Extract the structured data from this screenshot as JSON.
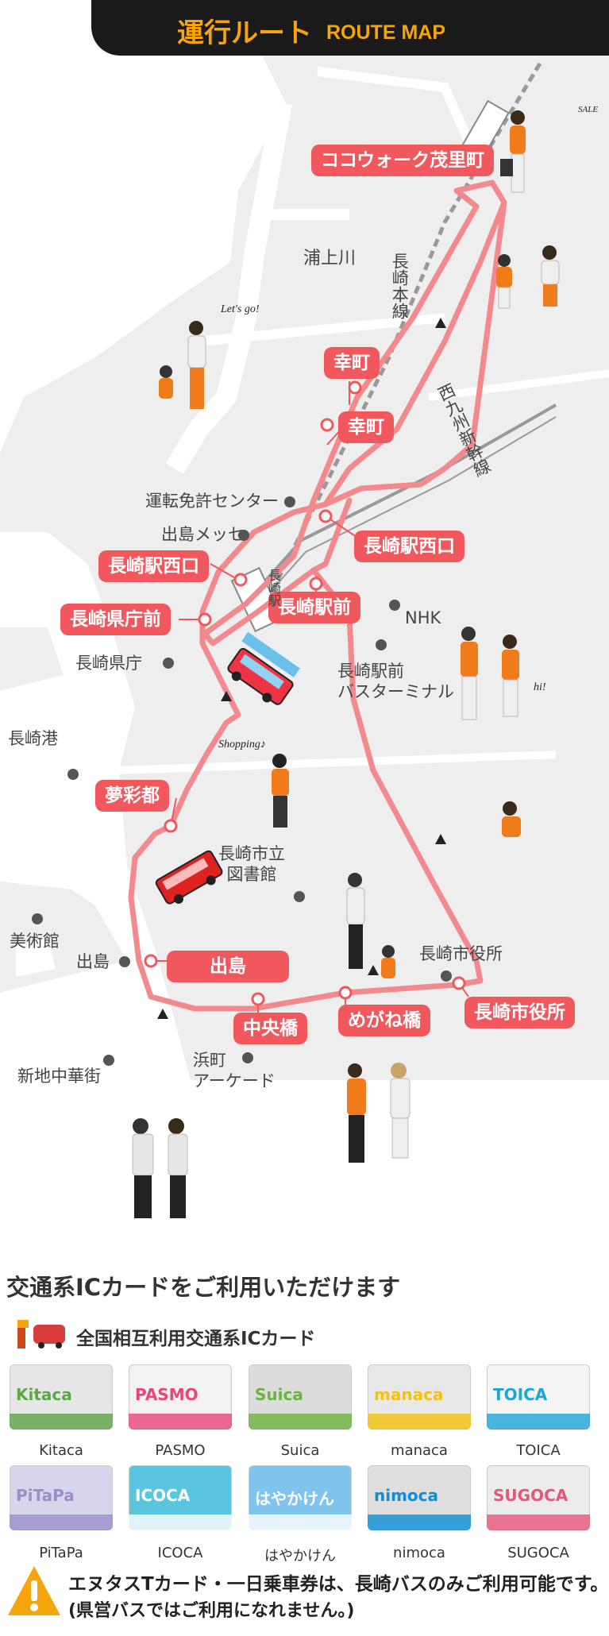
{
  "header": {
    "title_jp": "運行ルート",
    "title_en": "ROUTE MAP"
  },
  "colors": {
    "route": "#f28a8d",
    "stop_bg": "#f0585d",
    "accent": "#f5a50a",
    "land": "#eeeeee",
    "sea": "#ffffff",
    "orange": "#f07b1b"
  },
  "map": {
    "stops": [
      {
        "name": "ココウォーク茂里町"
      },
      {
        "name": "幸町"
      },
      {
        "name": "幸町"
      },
      {
        "name": "長崎駅西口"
      },
      {
        "name": "長崎駅西口"
      },
      {
        "name": "長崎駅前"
      },
      {
        "name": "長崎県庁前"
      },
      {
        "name": "夢彩都"
      },
      {
        "name": "出島"
      },
      {
        "name": "中央橋"
      },
      {
        "name": "めがね橋"
      },
      {
        "name": "長崎市役所"
      }
    ],
    "landmarks": [
      {
        "name": "浦上川"
      },
      {
        "name": "運転免許センター"
      },
      {
        "name": "出島メッセ"
      },
      {
        "name": "NHK"
      },
      {
        "name": "長崎県庁"
      },
      {
        "name": "長崎駅前\nバスターミナル"
      },
      {
        "name": "長崎港"
      },
      {
        "name": "長崎市立\n図書館"
      },
      {
        "name": "美術館"
      },
      {
        "name": "出島"
      },
      {
        "name": "長崎市役所"
      },
      {
        "name": "浜町\nアーケード"
      },
      {
        "name": "新地中華街"
      }
    ],
    "rail_labels": [
      {
        "name": "長崎本線"
      },
      {
        "name": "西九州新幹線"
      },
      {
        "name": "長崎駅"
      }
    ],
    "notes": [
      "Let's go!",
      "hi!",
      "Shopping♪",
      "SALE"
    ]
  },
  "ic": {
    "title": "交通系ICカードをご利用いただけます",
    "subtitle": "全国相互利用交通系ICカード",
    "cards": [
      {
        "name": "Kitaca",
        "text": "Kitaca",
        "color": "#e6e6e6",
        "accent": "#5fa545"
      },
      {
        "name": "PASMO",
        "text": "PASMO",
        "color": "#f2f2f2",
        "accent": "#e8457a"
      },
      {
        "name": "Suica",
        "text": "Suica",
        "color": "#dcdcdc",
        "accent": "#6db33f"
      },
      {
        "name": "manaca",
        "text": "manaca",
        "color": "#e8e8e8",
        "accent": "#f4c20d"
      },
      {
        "name": "TOICA",
        "text": "TOICA",
        "color": "#f4f4f4",
        "accent": "#1ea5d7"
      },
      {
        "name": "PiTaPa",
        "text": "PiTaPa",
        "color": "#d7d5eb",
        "accent": "#9c8fc9"
      },
      {
        "name": "ICOCA",
        "text": "ICOCA",
        "color": "#5bc5e0",
        "accent": "#ffffff"
      },
      {
        "name": "はやかけん",
        "text": "はやかけん",
        "color": "#7fc4ec",
        "accent": "#ffffff"
      },
      {
        "name": "nimoca",
        "text": "nimoca",
        "color": "#dedede",
        "accent": "#0d8fd8"
      },
      {
        "name": "SUGOCA",
        "text": "SUGOCA",
        "color": "#ececec",
        "accent": "#e8557a"
      }
    ]
  },
  "warning": {
    "line1": "エヌタスTカード・一日乗車券は、長崎バスのみご利用可能です。",
    "line2": "(県営バスではご利用になれません。)"
  }
}
